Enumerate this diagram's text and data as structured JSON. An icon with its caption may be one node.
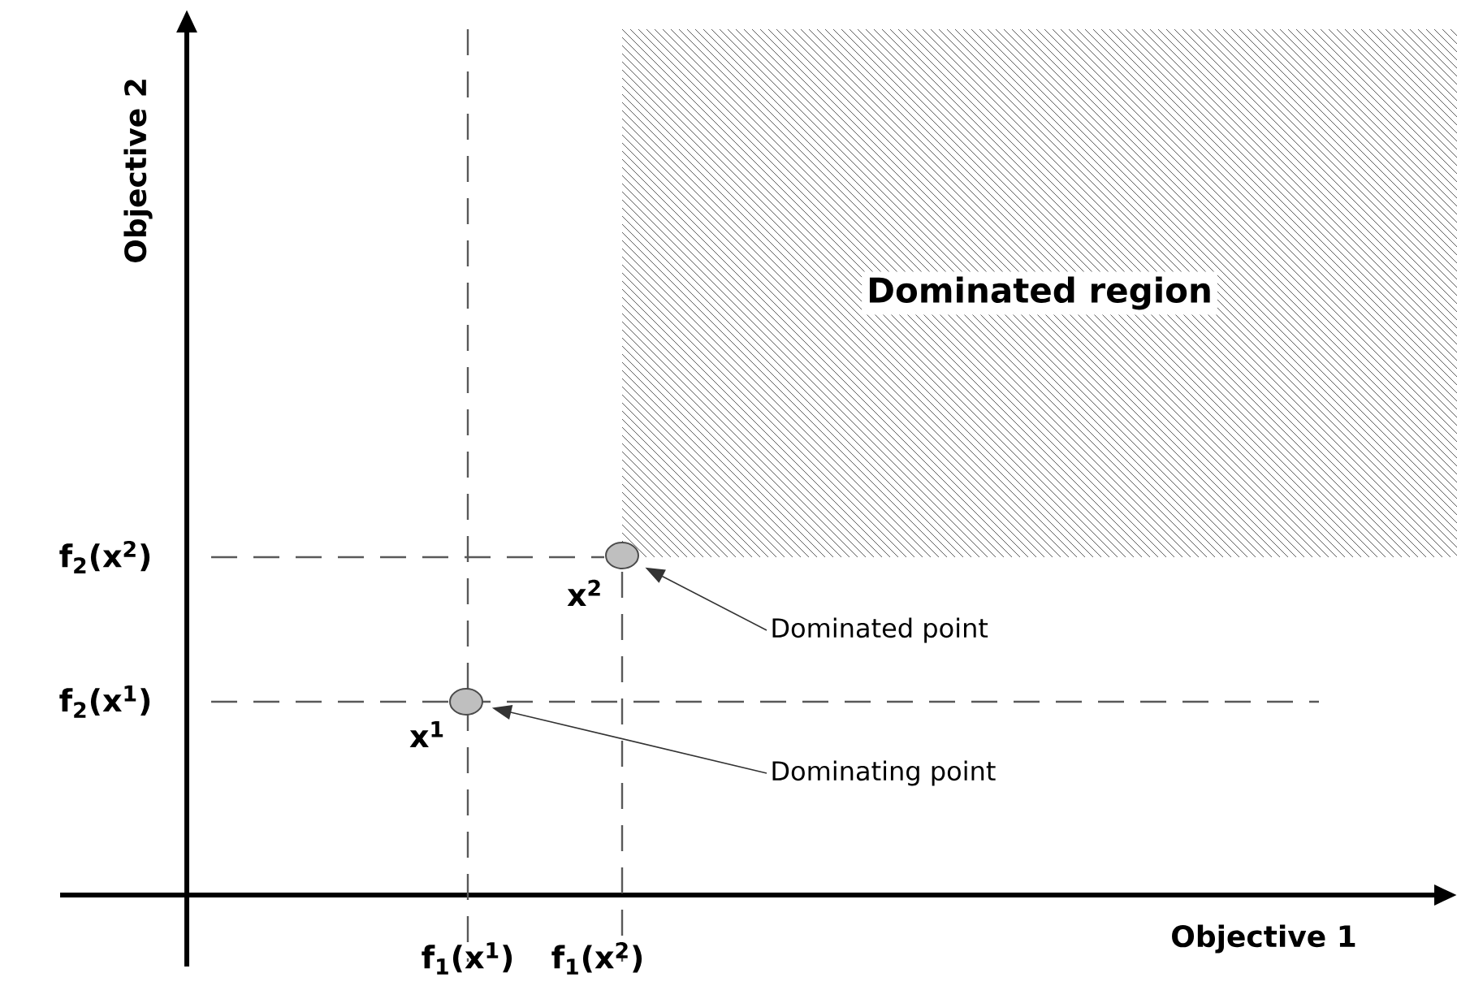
{
  "diagram": {
    "nodes": [
      {
        "text": [
          "Dominated region"
        ]
      },
      {
        "text": [],
        "shape": "circle",
        "beside": [
          "x$^{1}$"
        ]
      },
      {
        "text": [],
        "shape": "circle",
        "beside": [
          "x$^{2}$"
        ]
      },
      {
        "text": [
          "Dominating point"
        ]
      },
      {
        "text": [
          "Dominated point"
        ]
      }
    ],
    "edges": [
      {
        "from": 3,
        "to": 1,
        "arrow": "to"
      },
      {
        "from": 4,
        "to": 2,
        "arrow": "to"
      }
    ],
    "labels": [
      "Objective 2",
      "f$_{2}$(x$^{2}$)",
      "f$_{2}$(x$^{1}$)",
      "f$_{1}$(x$^{1}$)",
      "f$_{1}$(x$^{2}$)",
      "Objective 1"
    ]
  }
}
